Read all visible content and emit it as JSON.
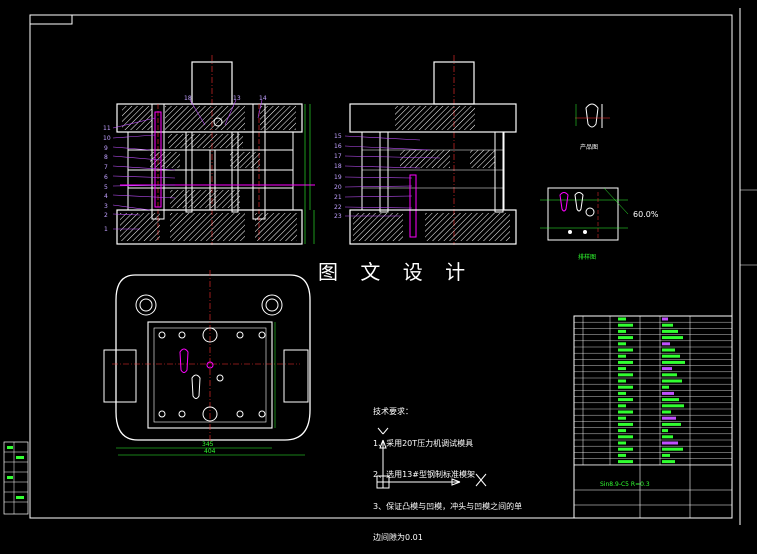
{
  "drawing": {
    "title_cn": "图 文 设 计",
    "product_view_caption": "产品图",
    "strip_layout_caption": "排样图",
    "strip_utilization": "60.0%",
    "tech_requirements": [
      "技术要求：",
      "1、采用20T压力机调试模具",
      "2、选用13#型钢制标准模架",
      "3、保证凸模与凹模，冲头与凹模之间的单",
      "边间隙为0.01"
    ],
    "section_a_labels": [
      "11",
      "10",
      "9",
      "8",
      "7",
      "6",
      "5",
      "4",
      "3",
      "2",
      "1",
      "18",
      "13",
      "14"
    ],
    "section_b_labels": [
      "15",
      "16",
      "17",
      "18",
      "19",
      "20",
      "21",
      "22",
      "23"
    ],
    "plan_dims": {
      "inner_width": "345",
      "outer_width": "404"
    },
    "title_block_note": "Sin8.9-C5\nR=0.3"
  },
  "colors": {
    "background": "#000000",
    "outline": "#ffffff",
    "hatch": "#ffffff",
    "centerline": "#ff3030",
    "dimension": "#30ff30",
    "leader": "#c050ff",
    "accent": "#ff00ff"
  }
}
